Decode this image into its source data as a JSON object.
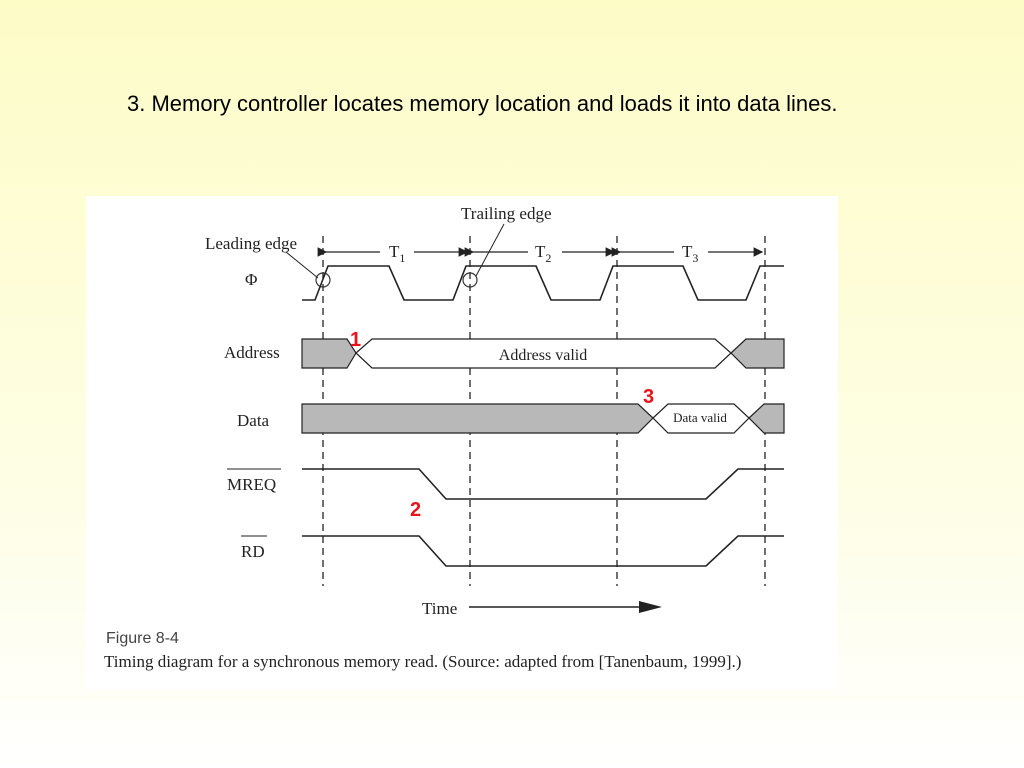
{
  "slide": {
    "text": "3. Memory controller locates memory location and loads it into data lines."
  },
  "diagram": {
    "annotations": {
      "leading_edge": "Leading edge",
      "trailing_edge": "Trailing edge"
    },
    "periods": [
      {
        "label": "T",
        "sub": "1"
      },
      {
        "label": "T",
        "sub": "2"
      },
      {
        "label": "T",
        "sub": "3"
      }
    ],
    "signals": {
      "clock": "Φ",
      "address": "Address",
      "data": "Data",
      "mreq": "MREQ",
      "rd": "RD"
    },
    "bus_labels": {
      "address_valid": "Address valid",
      "data_valid": "Data valid"
    },
    "step_markers": [
      "1",
      "2",
      "3"
    ],
    "time_label": "Time",
    "colors": {
      "shaded_bus": "#b8b8b8",
      "marker": "#e8141b"
    }
  },
  "figure": {
    "number": "Figure 8-4",
    "caption": "Timing diagram for a synchronous memory read. (Source: adapted from [Tanenbaum, 1999].)"
  }
}
